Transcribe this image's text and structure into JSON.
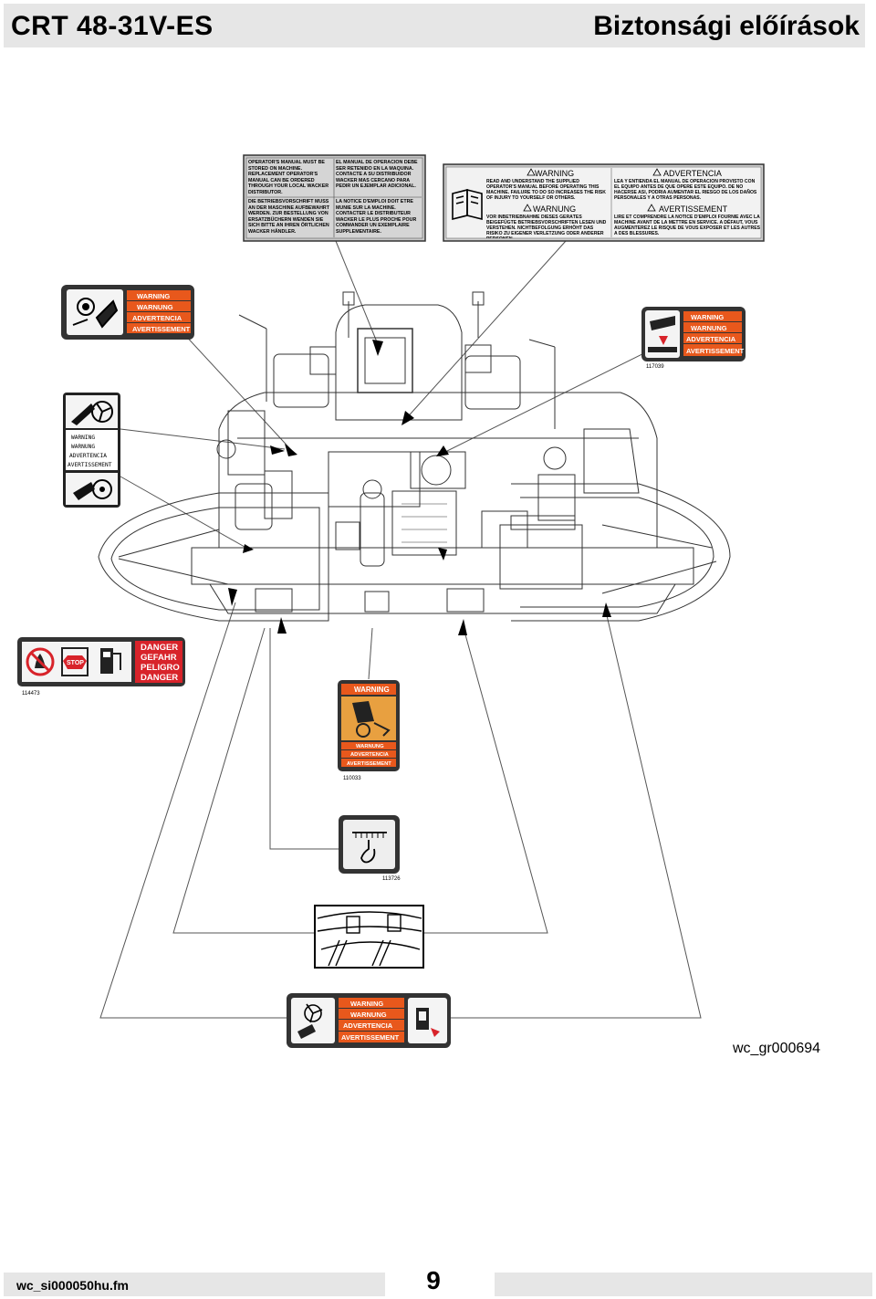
{
  "header": {
    "model": "CRT 48-31V-ES",
    "section_title": "Biztonsági előírások"
  },
  "labels": {
    "manual_storage": {
      "en": "OPERATOR'S MANUAL MUST BE STORED ON MACHINE. REPLACEMENT OPERATOR'S MANUAL CAN BE ORDERED THROUGH YOUR LOCAL WACKER DISTRIBUTOR.",
      "es": "EL MANUAL DE OPERACION DEBE SER RETENIDO EN LA MAQUINA. CONTACTE A SU DISTRIBUIDOR WACKER MAS CERCANO PARA PEDIR UN EJEMPLAR ADICIONAL.",
      "de": "DIE BETRIEBSVORSCHRIFT MUSS AN DER MASCHINE AUFBEWAHRT WERDEN. ZUR BESTELLUNG VON ERSATZBÜCHERN WENDEN SIE SICH BITTE AN IHREN ÖRTLICHEN WACKER HÄNDLER.",
      "fr": "LA NOTICE D'EMPLOI DOIT ETRE MUNIE SUR LA MACHINE. CONTACTER LE DISTRIBUTEUR WACKER LE PLUS PROCHE POUR COMMANDER UN EXEMPLAIRE SUPPLEMENTAIRE."
    },
    "read_manual": {
      "warning": "WARNING",
      "advertencia": "ADVERTENCIA",
      "warnung": "WARNUNG",
      "avertissement": "AVERTISSEMENT",
      "en": "READ AND UNDERSTAND THE SUPPLIED OPERATOR'S MANUAL BEFORE OPERATING THIS MACHINE. FAILURE TO DO SO INCREASES THE RISK OF INJURY TO YOURSELF OR OTHERS.",
      "es": "LEA Y ENTIENDA EL MANUAL DE OPERACIÓN PROVISTO CON EL EQUIPO ANTES DE QUE OPERE ESTE EQUIPO. DE NO HACERSE ASI, PODRIA AUMENTAR EL RIESGO DE LOS DAÑOS PERSONALES Y A OTRAS PERSONAS.",
      "de": "VOR INBETRIEBNAHME DIESES GERÄTES BEIGEFÜGTE BETRIEBSVORSCHRIFTEN LESEN UND VERSTEHEN. NICHTBEFOLGUNG ERHÖHT DAS RISIKO ZU EIGENER VERLETZUNG ODER ANDERER PERSONEN.",
      "fr": "LIRE ET COMPRENDRE LA NOTICE D'EMPLOI FOURNIE AVEC LA MACHINE AVANT DE LA METTRE EN SERVICE. A DÉFAUT, VOUS AUGMENTEREZ LE RISQUE DE VOUS EXPOSER ET LES AUTRES A DES BLESSURES."
    },
    "multi_warning": [
      "WARNING",
      "WARNUNG",
      "ADVERTENCIA",
      "AVERTISSEMENT"
    ],
    "crush_warning": {
      "lines": [
        "WARNING",
        "WARNUNG",
        "ADVERTENCIA",
        "AVERTISSEMENT"
      ],
      "part": "117039"
    },
    "fan_belt_warning": [
      "WARNING",
      "WARNUNG",
      "ADVERTENCIA",
      "AVERTISSEMENT"
    ],
    "fuel_danger": {
      "stop": "STOP",
      "lines": [
        "DANGER",
        "GEFAHR",
        "PELIGRO",
        "DANGER"
      ],
      "part": "114473"
    },
    "rotor_warning": {
      "top": "WARNING",
      "lines": [
        "WARNUNG",
        "ADVERTENCIA",
        "AVERTISSEMENT"
      ],
      "part": "110033"
    },
    "lift_point": {
      "part": "113726"
    },
    "bottom_warning": [
      "WARNING",
      "WARNUNG",
      "ADVERTENCIA",
      "AVERTISSEMENT"
    ]
  },
  "figure_id": "wc_gr000694",
  "footer": {
    "file": "wc_si000050hu.fm",
    "page": "9"
  },
  "colors": {
    "header_bg": "#e6e6e6",
    "warning_orange": "#e8581c",
    "danger_red": "#d8232a"
  }
}
